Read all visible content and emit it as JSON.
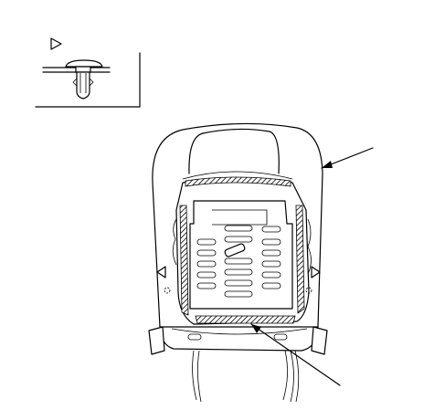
{
  "figure": {
    "subject": "seat-back-rear-view",
    "inset_icon": "triangle-marker-icon",
    "inset_part": "push-clip-fastener",
    "clip_markers": [
      "triangle-marker-icon",
      "triangle-marker-icon"
    ],
    "leader_lines": 2,
    "line_color": "#000000",
    "background": "#ffffff"
  }
}
